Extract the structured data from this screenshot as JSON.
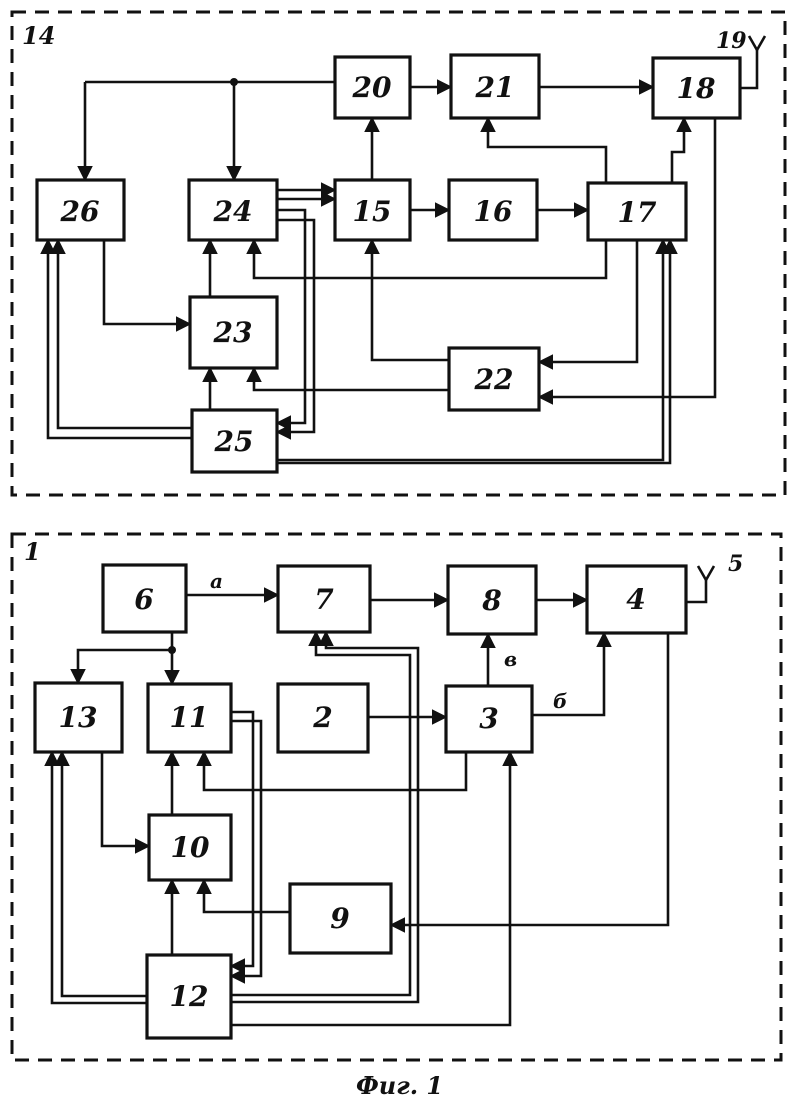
{
  "figure": {
    "caption": "Фиг. 1",
    "upper_device": {
      "label": "14",
      "antenna_label": "19",
      "blocks": [
        "26",
        "24",
        "20",
        "21",
        "18",
        "15",
        "16",
        "17",
        "23",
        "22",
        "25"
      ]
    },
    "lower_device": {
      "label": "1",
      "antenna_label": "5",
      "blocks": [
        "6",
        "7",
        "8",
        "4",
        "13",
        "11",
        "2",
        "3",
        "10",
        "9",
        "12"
      ],
      "signal_labels": {
        "a": "а",
        "b": "б",
        "v": "в"
      }
    }
  },
  "colors": {
    "ink": "#111111",
    "paper": "#ffffff"
  }
}
